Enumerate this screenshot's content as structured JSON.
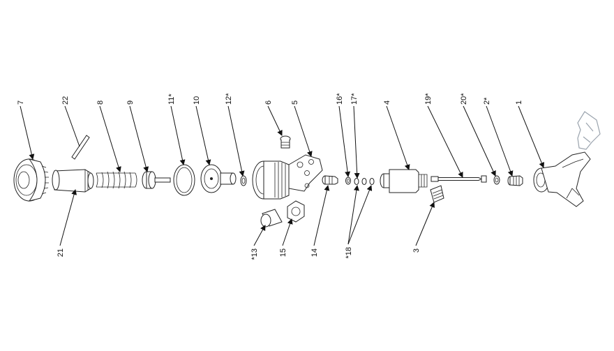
{
  "labels": {
    "p7": "7",
    "p22": "22",
    "p8": "8",
    "p9": "9",
    "p11": "11*",
    "p10": "10",
    "p12": "12*",
    "p6": "6",
    "p5": "5",
    "p16": "16*",
    "p17": "17*",
    "p4": "4",
    "p19": "19*",
    "p20": "20*",
    "p2": "2*",
    "p1": "1",
    "p21": "21",
    "p13": "*13",
    "p15": "15",
    "p14": "14",
    "p18": "*18",
    "p3": "3"
  }
}
